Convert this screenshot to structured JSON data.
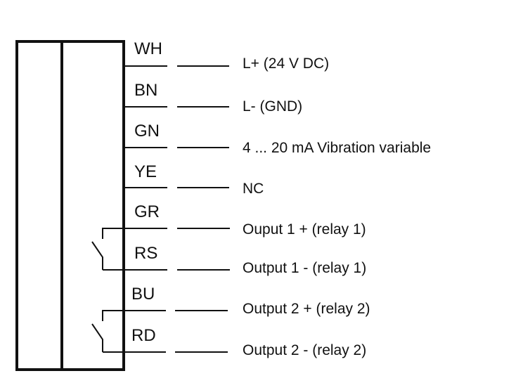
{
  "diagram": {
    "title": "Wiring diagram",
    "wires": [
      {
        "color_code": "WH",
        "function": "L+ (24 V DC)"
      },
      {
        "color_code": "BN",
        "function": "L- (GND)"
      },
      {
        "color_code": "GN",
        "function": "4 ... 20 mA Vibration variable"
      },
      {
        "color_code": "YE",
        "function": "NC"
      },
      {
        "color_code": "GR",
        "function": "Ouput 1 + (relay 1)"
      },
      {
        "color_code": "RS",
        "function": "Output 1 - (relay 1)"
      },
      {
        "color_code": "BU",
        "function": "Output 2 + (relay 2)"
      },
      {
        "color_code": "RD",
        "function": "Output 2  - (relay 2)"
      }
    ],
    "relays": [
      {
        "name": "relay 1",
        "wires": [
          "GR",
          "RS"
        ]
      },
      {
        "name": "relay 2",
        "wires": [
          "BU",
          "RD"
        ]
      }
    ]
  }
}
